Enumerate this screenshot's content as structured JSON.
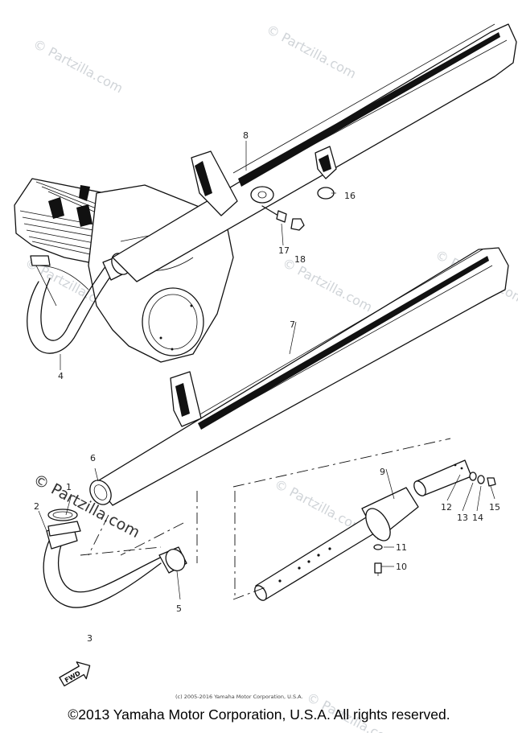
{
  "diagram": {
    "callouts": [
      {
        "id": "c1",
        "text": "1"
      },
      {
        "id": "c2",
        "text": "2"
      },
      {
        "id": "c3",
        "text": "3"
      },
      {
        "id": "c4",
        "text": "4"
      },
      {
        "id": "c5",
        "text": "5"
      },
      {
        "id": "c6",
        "text": "6"
      },
      {
        "id": "c7",
        "text": "7"
      },
      {
        "id": "c8",
        "text": "8"
      },
      {
        "id": "c9",
        "text": "9"
      },
      {
        "id": "c10",
        "text": "10"
      },
      {
        "id": "c11",
        "text": "11"
      },
      {
        "id": "c12",
        "text": "12"
      },
      {
        "id": "c13",
        "text": "13"
      },
      {
        "id": "c14",
        "text": "14"
      },
      {
        "id": "c15",
        "text": "15"
      },
      {
        "id": "c16",
        "text": "16"
      },
      {
        "id": "c17",
        "text": "17"
      },
      {
        "id": "c18",
        "text": "18"
      }
    ],
    "fwd_label": "FWD",
    "small_copyright": "(c) 2005-2016 Yamaha Motor Corporation, U.S.A.",
    "watermark": "© Partzilla.com"
  },
  "footer": {
    "copyright": "©2013 Yamaha Motor Corporation, U.S.A. All rights reserved."
  }
}
